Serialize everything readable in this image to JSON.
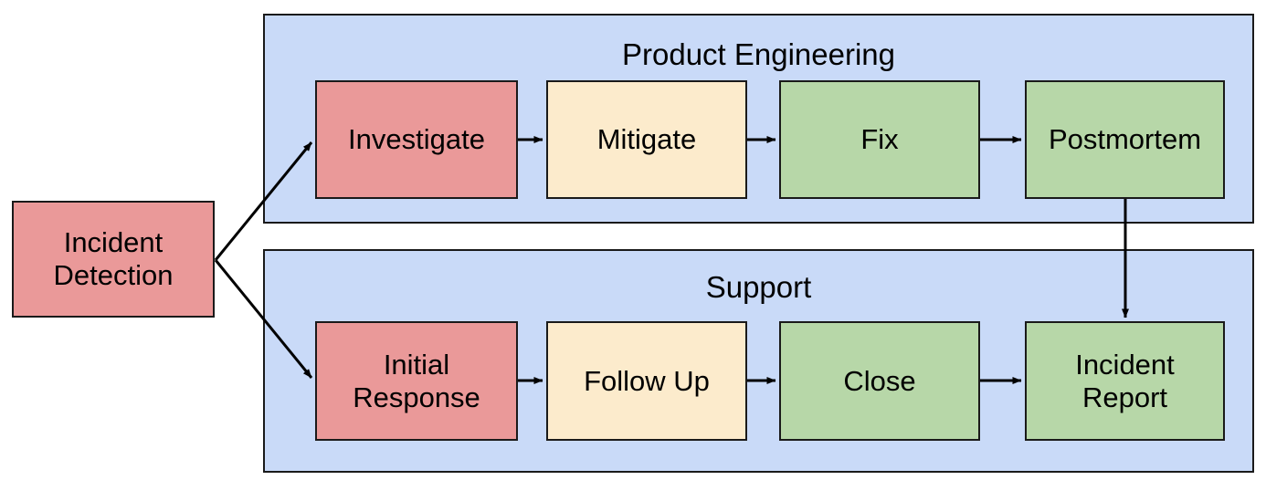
{
  "diagram": {
    "title_visible": false,
    "colors": {
      "lane_fill": "#c9daf8",
      "node_red": "#ea9999",
      "node_yellow": "#fcebcc",
      "node_green": "#b7d7a8",
      "stroke": "#1a1a1a",
      "canvas": "#ffffff"
    },
    "entry_node": {
      "label": "Incident\nDetection",
      "color": "node_red"
    },
    "lanes": [
      {
        "name": "Product Engineering",
        "nodes": [
          {
            "label": "Investigate",
            "color": "node_red"
          },
          {
            "label": "Mitigate",
            "color": "node_yellow"
          },
          {
            "label": "Fix",
            "color": "node_green"
          },
          {
            "label": "Postmortem",
            "color": "node_green"
          }
        ]
      },
      {
        "name": "Support",
        "nodes": [
          {
            "label": "Initial\nResponse",
            "color": "node_red"
          },
          {
            "label": "Follow Up",
            "color": "node_yellow"
          },
          {
            "label": "Close",
            "color": "node_green"
          },
          {
            "label": "Incident\nReport",
            "color": "node_green"
          }
        ]
      }
    ],
    "edges": [
      {
        "from": "Incident Detection",
        "to": "Investigate"
      },
      {
        "from": "Incident Detection",
        "to": "Initial Response"
      },
      {
        "from": "Investigate",
        "to": "Mitigate"
      },
      {
        "from": "Mitigate",
        "to": "Fix"
      },
      {
        "from": "Fix",
        "to": "Postmortem"
      },
      {
        "from": "Postmortem",
        "to": "Incident Report"
      },
      {
        "from": "Initial Response",
        "to": "Follow Up"
      },
      {
        "from": "Follow Up",
        "to": "Close"
      },
      {
        "from": "Close",
        "to": "Incident Report"
      }
    ]
  }
}
